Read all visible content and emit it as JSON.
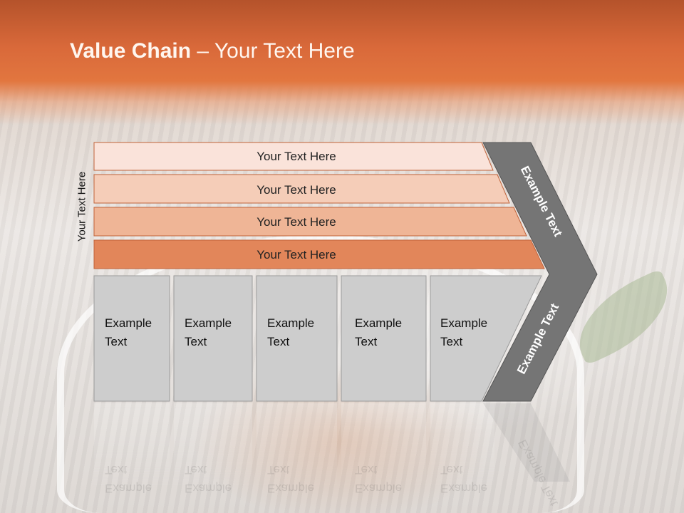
{
  "title": {
    "bold": "Value Chain",
    "rest": " – Your Text Here"
  },
  "side_label": "Your Text Here",
  "bars": [
    {
      "label": "Your Text Here",
      "color": "#fae3da"
    },
    {
      "label": "Your Text Here",
      "color": "#f5cdb8"
    },
    {
      "label": "Your Text Here",
      "color": "#efb596"
    },
    {
      "label": "Your Text Here",
      "color": "#e2865a"
    }
  ],
  "columns": [
    {
      "line1": "Example",
      "line2": "Text"
    },
    {
      "line1": "Example",
      "line2": "Text"
    },
    {
      "line1": "Example",
      "line2": "Text"
    },
    {
      "line1": "Example",
      "line2": "Text"
    },
    {
      "line1": "Example",
      "line2": "Text"
    }
  ],
  "chevron": {
    "upper": "Example Text",
    "lower": "Example Text",
    "color": "#757575"
  },
  "column_color": "#cdcdcd"
}
